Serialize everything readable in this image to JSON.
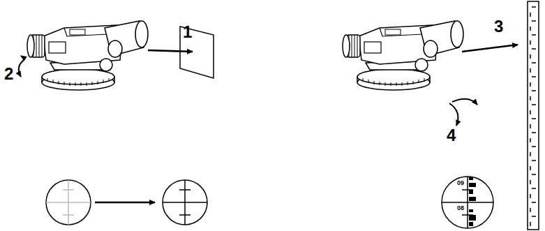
{
  "diagram": {
    "labels": [
      "1",
      "2",
      "3",
      "4",
      "09",
      "08"
    ]
  }
}
